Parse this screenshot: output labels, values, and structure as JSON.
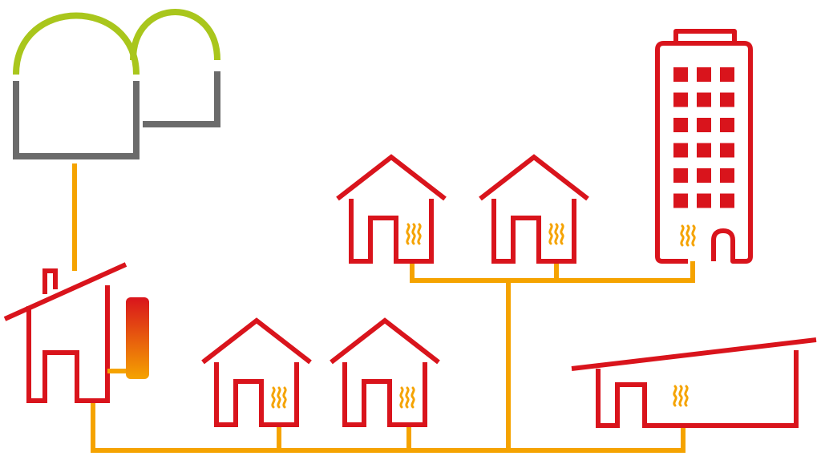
{
  "diagram": {
    "colors": {
      "house_outline": "#d9141c",
      "pipe": "#f5a300",
      "heat_wave": "#f5a300",
      "digester_dome": "#a9c61c",
      "digester_tank": "#6b6b6b",
      "storage_gradient_top": "#d9141c",
      "storage_gradient_bottom": "#f5a300",
      "window": "#d9141c"
    },
    "icons": {
      "biogas_plant": "biogas-digester-icon",
      "heating_plant": "heating-plant-house-icon",
      "heat_storage": "heat-storage-tank-icon",
      "house": "house-icon",
      "apartment_building": "apartment-building-icon",
      "industrial_hall": "industrial-hall-icon",
      "heat_output": "heat-waves-icon"
    },
    "consumers": [
      {
        "type": "house"
      },
      {
        "type": "house"
      },
      {
        "type": "house"
      },
      {
        "type": "house"
      },
      {
        "type": "apartment_building"
      },
      {
        "type": "industrial_hall"
      }
    ]
  }
}
